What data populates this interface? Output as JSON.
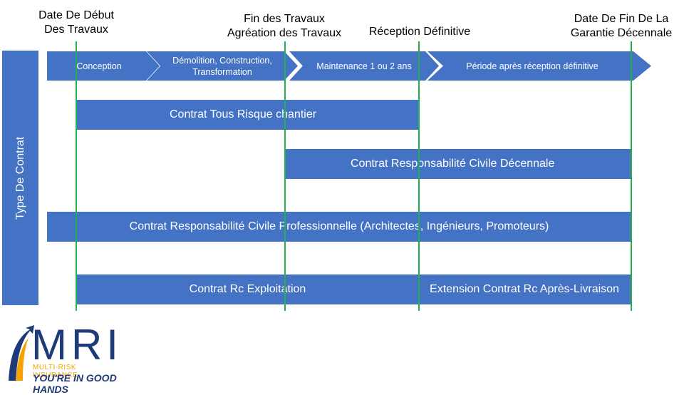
{
  "milestones": [
    {
      "line1": "Date De Début",
      "line2": "Des Travaux"
    },
    {
      "line1": "Fin des Travaux",
      "line2": "Agréation des Travaux"
    },
    {
      "line1": "Réception Définitive",
      "line2": ""
    },
    {
      "line1": "Date De Fin De La",
      "line2": "Garantie Décennale"
    }
  ],
  "phases": [
    {
      "label": "Conception"
    },
    {
      "label": "Démolition, Construction, Transformation"
    },
    {
      "label": "Maintenance 1 ou 2 ans"
    },
    {
      "label": "Période après réception définitive"
    }
  ],
  "type_label": "Type De Contrat",
  "contracts": {
    "trc": "Contrat Tous Risque chantier",
    "rcd": "Contrat Responsabilité Civile Décennale",
    "rcp": "Contrat Responsabilité Civile Professionnelle (Architectes, Ingénieurs, Promoteurs)",
    "rce": "Contrat Rc Exploitation",
    "ext": "Extension Contrat Rc Après-Livraison"
  },
  "logo": {
    "name": "MRI",
    "subtitle": "MULTI-RISK INSURANCE",
    "tagline": "YOU'RE IN GOOD HANDS"
  },
  "colors": {
    "bar": "#4472c4",
    "milestone_line": "#22b14c",
    "logo_navy": "#1f3a78",
    "logo_gold": "#f4a300"
  }
}
